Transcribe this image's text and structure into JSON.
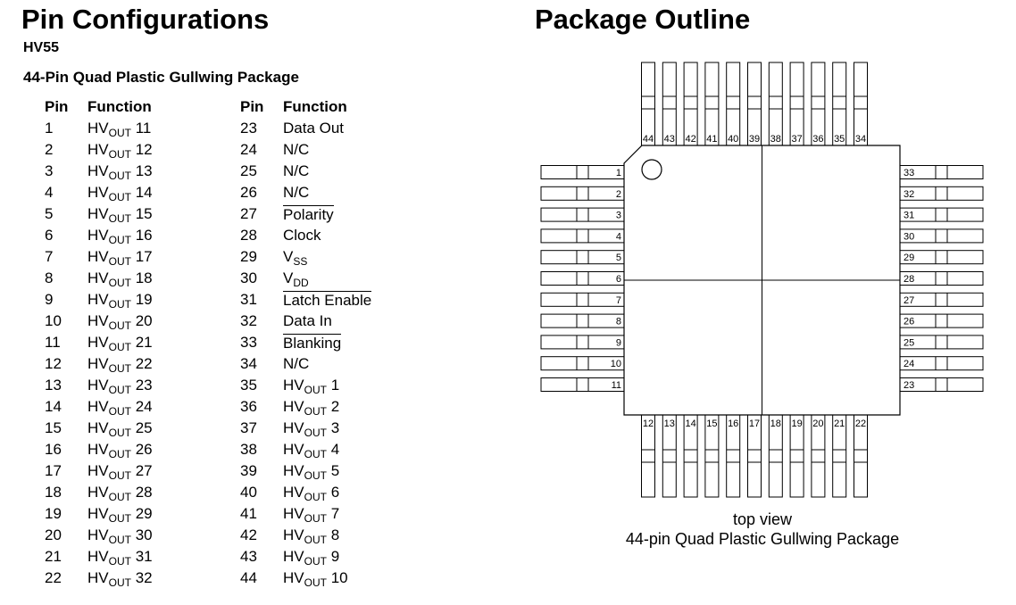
{
  "titles": {
    "pin_configurations": "Pin Configurations",
    "package_outline": "Package Outline"
  },
  "device": "HV55",
  "package_name": "44-Pin Quad Plastic Gullwing Package",
  "table_headers": {
    "pin": "Pin",
    "function": "Function"
  },
  "pins_left": [
    {
      "pin": "1",
      "base": "HV",
      "sub": "OUT",
      "suffix": " 11"
    },
    {
      "pin": "2",
      "base": "HV",
      "sub": "OUT",
      "suffix": " 12"
    },
    {
      "pin": "3",
      "base": "HV",
      "sub": "OUT",
      "suffix": " 13"
    },
    {
      "pin": "4",
      "base": "HV",
      "sub": "OUT",
      "suffix": " 14"
    },
    {
      "pin": "5",
      "base": "HV",
      "sub": "OUT",
      "suffix": " 15"
    },
    {
      "pin": "6",
      "base": "HV",
      "sub": "OUT",
      "suffix": " 16"
    },
    {
      "pin": "7",
      "base": "HV",
      "sub": "OUT",
      "suffix": " 17"
    },
    {
      "pin": "8",
      "base": "HV",
      "sub": "OUT",
      "suffix": " 18"
    },
    {
      "pin": "9",
      "base": "HV",
      "sub": "OUT",
      "suffix": " 19"
    },
    {
      "pin": "10",
      "base": "HV",
      "sub": "OUT",
      "suffix": " 20"
    },
    {
      "pin": "11",
      "base": "HV",
      "sub": "OUT",
      "suffix": " 21"
    },
    {
      "pin": "12",
      "base": "HV",
      "sub": "OUT",
      "suffix": " 22"
    },
    {
      "pin": "13",
      "base": "HV",
      "sub": "OUT",
      "suffix": " 23"
    },
    {
      "pin": "14",
      "base": "HV",
      "sub": "OUT",
      "suffix": " 24"
    },
    {
      "pin": "15",
      "base": "HV",
      "sub": "OUT",
      "suffix": " 25"
    },
    {
      "pin": "16",
      "base": "HV",
      "sub": "OUT",
      "suffix": " 26"
    },
    {
      "pin": "17",
      "base": "HV",
      "sub": "OUT",
      "suffix": " 27"
    },
    {
      "pin": "18",
      "base": "HV",
      "sub": "OUT",
      "suffix": " 28"
    },
    {
      "pin": "19",
      "base": "HV",
      "sub": "OUT",
      "suffix": " 29"
    },
    {
      "pin": "20",
      "base": "HV",
      "sub": "OUT",
      "suffix": " 30"
    },
    {
      "pin": "21",
      "base": "HV",
      "sub": "OUT",
      "suffix": " 31"
    },
    {
      "pin": "22",
      "base": "HV",
      "sub": "OUT",
      "suffix": " 32"
    }
  ],
  "pins_right": [
    {
      "pin": "23",
      "base": "Data Out"
    },
    {
      "pin": "24",
      "base": "N/C"
    },
    {
      "pin": "25",
      "base": "N/C"
    },
    {
      "pin": "26",
      "base": "N/C"
    },
    {
      "pin": "27",
      "base": "Polarity",
      "overline": true
    },
    {
      "pin": "28",
      "base": "Clock"
    },
    {
      "pin": "29",
      "base": "V",
      "sub": "SS"
    },
    {
      "pin": "30",
      "base": "V",
      "sub": "DD"
    },
    {
      "pin": "31",
      "base": "Latch Enable",
      "overline": true
    },
    {
      "pin": "32",
      "base": "Data In"
    },
    {
      "pin": "33",
      "base": "Blanking",
      "overline": true
    },
    {
      "pin": "34",
      "base": "N/C"
    },
    {
      "pin": "35",
      "base": "HV",
      "sub": "OUT",
      "suffix": " 1"
    },
    {
      "pin": "36",
      "base": "HV",
      "sub": "OUT",
      "suffix": " 2"
    },
    {
      "pin": "37",
      "base": "HV",
      "sub": "OUT",
      "suffix": " 3"
    },
    {
      "pin": "38",
      "base": "HV",
      "sub": "OUT",
      "suffix": " 4"
    },
    {
      "pin": "39",
      "base": "HV",
      "sub": "OUT",
      "suffix": " 5"
    },
    {
      "pin": "40",
      "base": "HV",
      "sub": "OUT",
      "suffix": " 6"
    },
    {
      "pin": "41",
      "base": "HV",
      "sub": "OUT",
      "suffix": " 7"
    },
    {
      "pin": "42",
      "base": "HV",
      "sub": "OUT",
      "suffix": " 8"
    },
    {
      "pin": "43",
      "base": "HV",
      "sub": "OUT",
      "suffix": " 9"
    },
    {
      "pin": "44",
      "base": "HV",
      "sub": "OUT",
      "suffix": " 10"
    }
  ],
  "package_outline": {
    "pins_left_side": [
      "1",
      "2",
      "3",
      "4",
      "5",
      "6",
      "7",
      "8",
      "9",
      "10",
      "11"
    ],
    "pins_bottom_side": [
      "12",
      "13",
      "14",
      "15",
      "16",
      "17",
      "18",
      "19",
      "20",
      "21",
      "22"
    ],
    "pins_right_side": [
      "23",
      "24",
      "25",
      "26",
      "27",
      "28",
      "29",
      "30",
      "31",
      "32",
      "33"
    ],
    "pins_top_side": [
      "34",
      "35",
      "36",
      "37",
      "38",
      "39",
      "40",
      "41",
      "42",
      "43",
      "44"
    ]
  },
  "caption": {
    "line1": "top view",
    "line2": "44-pin Quad Plastic Gullwing Package"
  }
}
